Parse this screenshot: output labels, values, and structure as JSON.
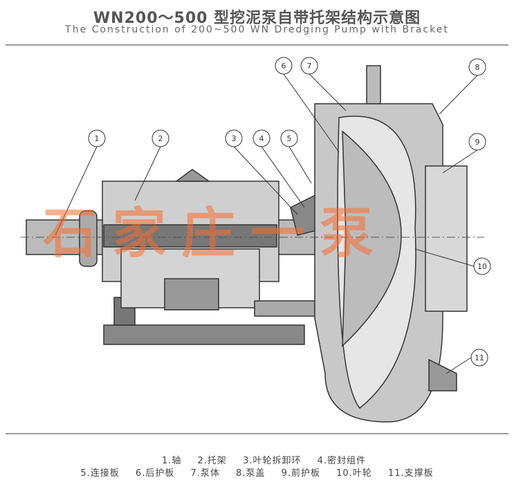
{
  "title": {
    "chinese": "WN200～500 型挖泥泵自带托架结构示意图",
    "english": "The Construction of 200~500 WN Dredging Pump with Bracket"
  },
  "watermark": "石家庄一泵",
  "callouts": [
    "1",
    "2",
    "3",
    "4",
    "5",
    "6",
    "7",
    "8",
    "9",
    "10",
    "11"
  ],
  "legend": {
    "row1": [
      "1.轴",
      "2.托架",
      "3.叶轮拆卸环",
      "4.密封组件"
    ],
    "row2": [
      "5.连接板",
      "6.后护板",
      "7.泵体",
      "8.泵盖",
      "9.前护板",
      "10.叶轮",
      "11.支撑板"
    ]
  }
}
